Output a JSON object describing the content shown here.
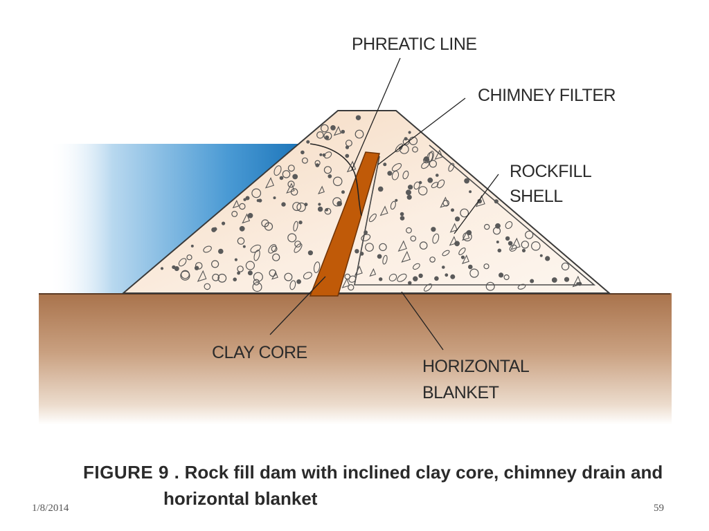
{
  "labels": {
    "phreatic_line": "PHREATIC LINE",
    "chimney_filter": "CHIMNEY FILTER",
    "rockfill_shell_1": "ROCKFILL",
    "rockfill_shell_2": "SHELL",
    "clay_core": "CLAY CORE",
    "horizontal_blanket_1": "HORIZONTAL",
    "horizontal_blanket_2": "BLANKET"
  },
  "caption": {
    "figure_prefix": "FIGURE 9 .",
    "line1": "Rock fill dam with inclined clay core, chimney drain and",
    "line2": "horizontal blanket"
  },
  "footer": {
    "date": "1/8/2014",
    "page_number": "59"
  },
  "colors": {
    "water": "#1a7ac0",
    "ground": "#b9845e",
    "dam_fill": "#f8e4d0",
    "clay_core": "#c05a08"
  }
}
